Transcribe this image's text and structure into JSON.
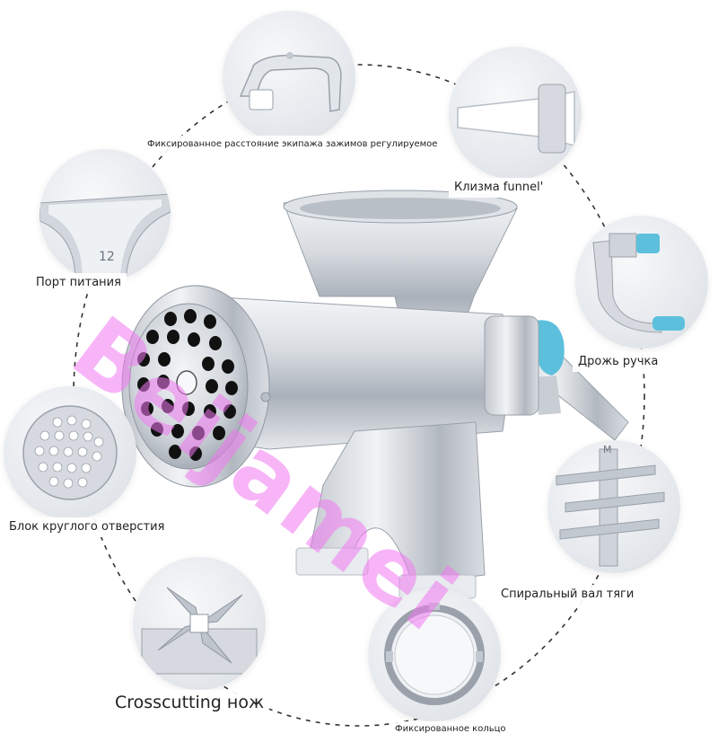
{
  "labels": {
    "clamp_distance": "Фиксированное расстояние экипажа зажимов регулируемое",
    "funnel": "Клизма funnel'",
    "feed_port": "Порт питания",
    "handle": "Дрожь ручка",
    "round_hole_block": "Блок круглого отверстия",
    "spiral_shaft": "Спиральный вал тяги",
    "crosscutting_knife": "Crosscutting нож",
    "fixed_ring": "Фиксированное кольцо"
  },
  "feed_port_marking": "12",
  "spiral_marking": "M",
  "watermark": "Beijamei",
  "colors": {
    "accent_blue": "#5cc0dc",
    "watermark_pink": "#f07cf0",
    "dashed_ring": "#333333",
    "metal_light": "#eef0f3",
    "metal_dark": "#9aa1aa"
  }
}
